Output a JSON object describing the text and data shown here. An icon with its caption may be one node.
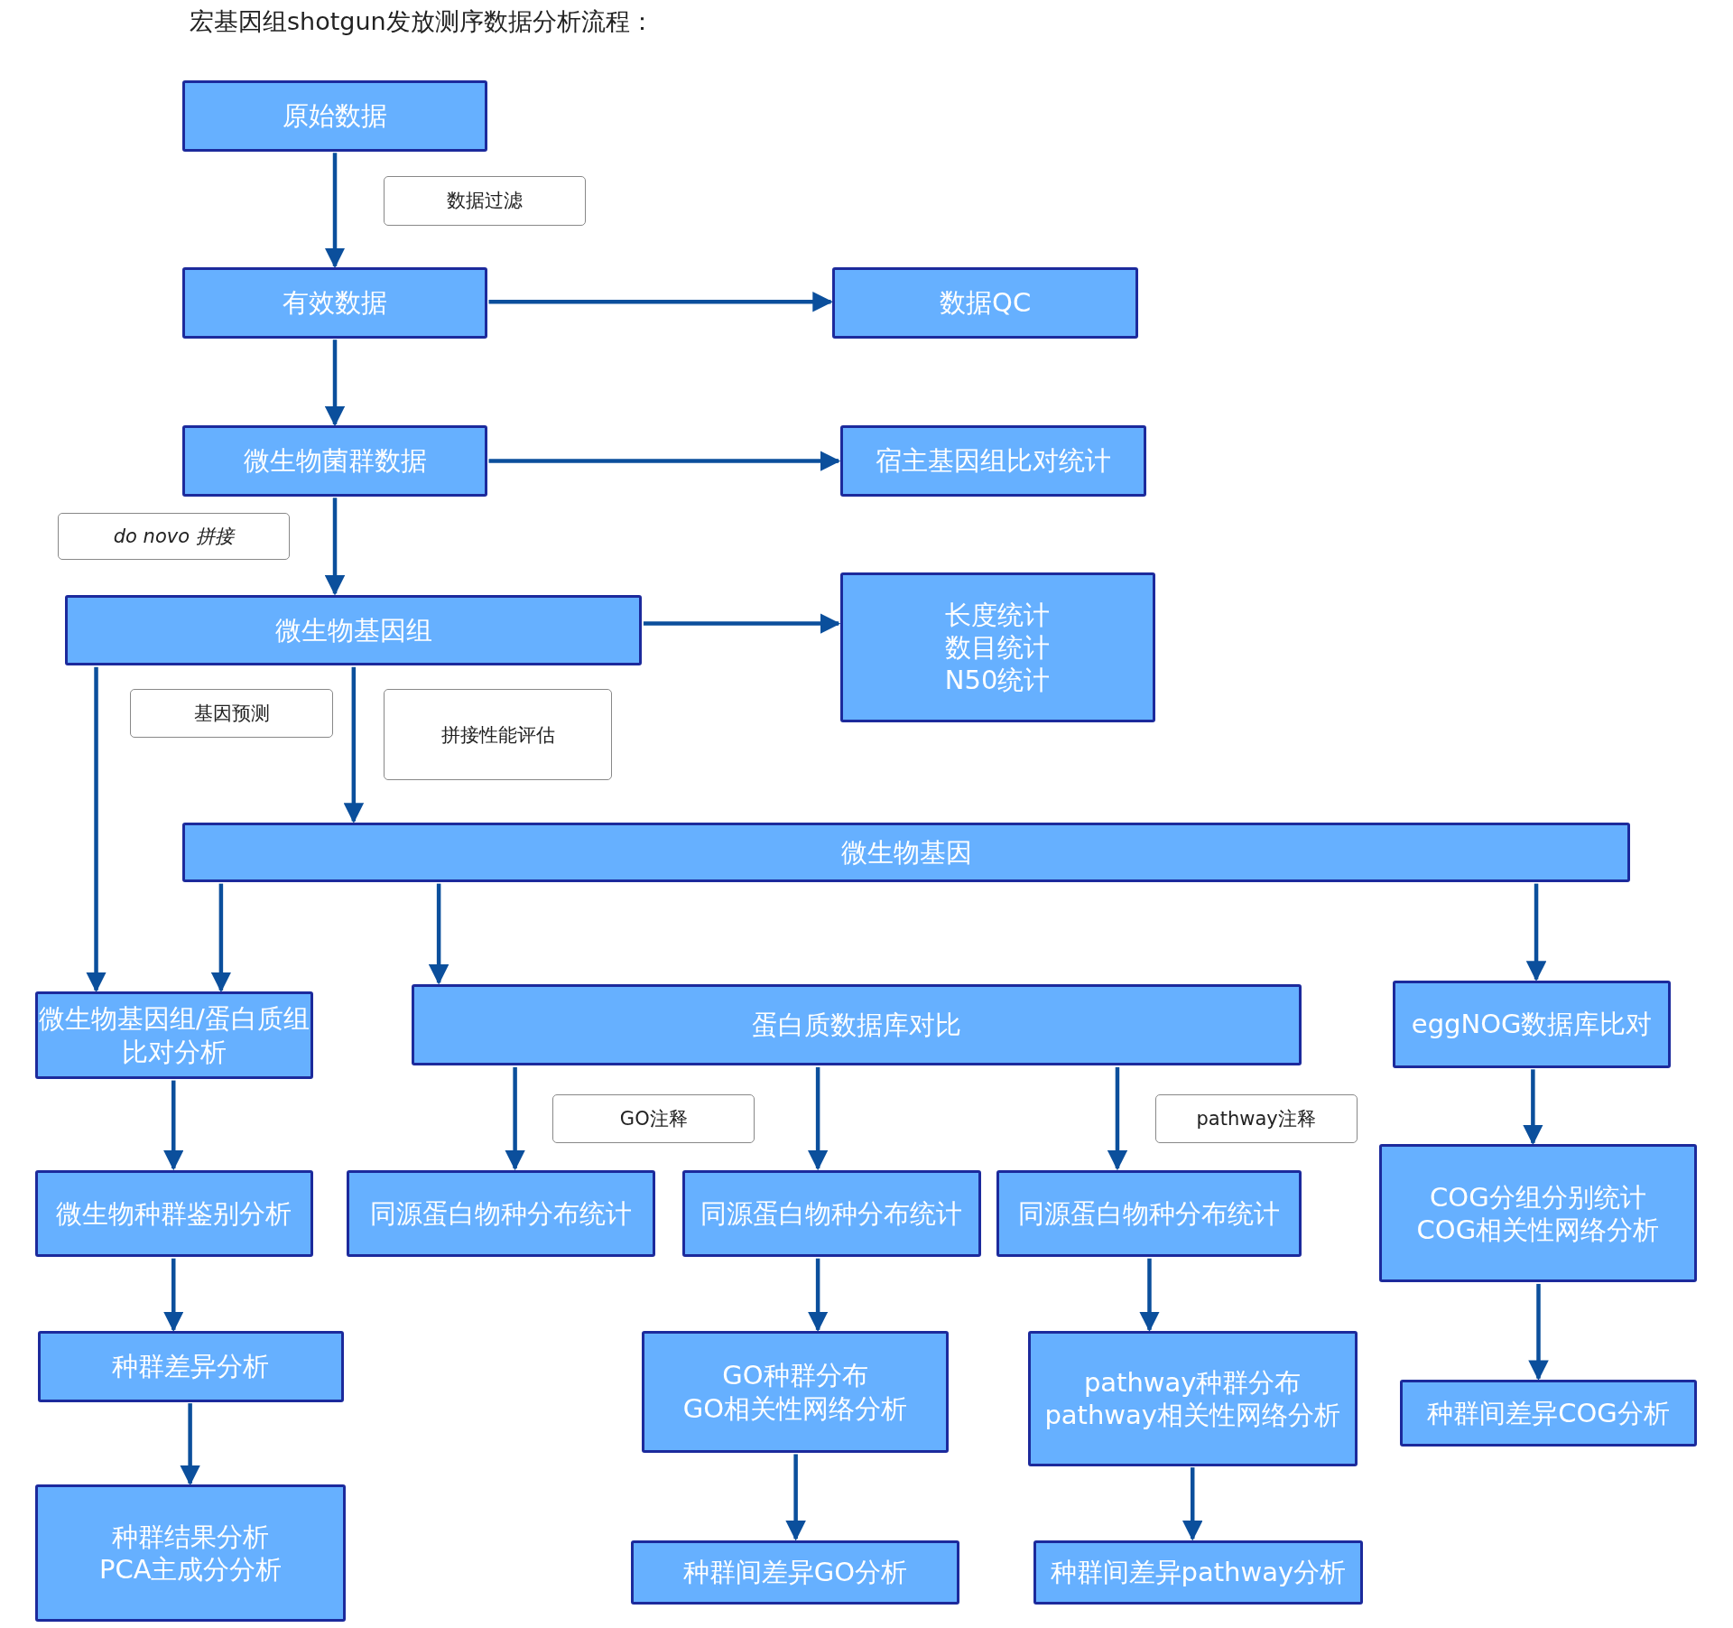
{
  "diagram": {
    "title": "宏基因组shotgun发放测序数据分析流程：",
    "nodes": [
      {
        "text": [
          "原始数据"
        ]
      },
      {
        "text": [
          "数据过滤"
        ]
      },
      {
        "text": [
          "有效数据"
        ]
      },
      {
        "text": [
          "数据QC"
        ]
      },
      {
        "text": [
          "微生物菌群数据"
        ]
      },
      {
        "text": [
          "宿主基因组比对统计"
        ]
      },
      {
        "text": [
          "do novo 拼接"
        ]
      },
      {
        "text": [
          "微生物基因组"
        ]
      },
      {
        "text": [
          "长度统计",
          "数目统计",
          "N50统计"
        ]
      },
      {
        "text": [
          "基因预测"
        ]
      },
      {
        "text": [
          "拼接性能评估"
        ]
      },
      {
        "text": [
          "微生物基因"
        ]
      },
      {
        "text": [
          "微生物基因组/蛋白质组比对分析"
        ]
      },
      {
        "text": [
          "蛋白质数据库对比"
        ]
      },
      {
        "text": [
          "eggNOG数据库比对"
        ]
      },
      {
        "text": [
          "GO注释"
        ]
      },
      {
        "text": [
          "pathway注释"
        ]
      },
      {
        "text": [
          "微生物种群鉴别分析"
        ]
      },
      {
        "text": [
          "同源蛋白物种分布统计"
        ]
      },
      {
        "text": [
          "同源蛋白物种分布统计"
        ]
      },
      {
        "text": [
          "同源蛋白物种分布统计"
        ]
      },
      {
        "text": [
          "COG分组分别统计",
          "COG相关性网络分析"
        ]
      },
      {
        "text": [
          "种群差异分析"
        ]
      },
      {
        "text": [
          "GO种群分布",
          "GO相关性网络分析"
        ]
      },
      {
        "text": [
          "pathway种群分布",
          "pathway相关性网络分析"
        ]
      },
      {
        "text": [
          "种群间差异COG分析"
        ]
      },
      {
        "text": [
          "种群结果分析",
          "PCA主成分分析"
        ]
      },
      {
        "text": [
          "种群间差异GO分析"
        ]
      },
      {
        "text": [
          "种群间差异pathway分析"
        ]
      }
    ],
    "edges": [
      {
        "from": 0,
        "to": 2,
        "arrow": "to"
      },
      {
        "from": 2,
        "to": 3,
        "arrow": "to"
      },
      {
        "from": 2,
        "to": 4,
        "arrow": "to"
      },
      {
        "from": 4,
        "to": 5,
        "arrow": "to"
      },
      {
        "from": 4,
        "to": 7,
        "arrow": "to"
      },
      {
        "from": 7,
        "to": 8,
        "arrow": "to"
      },
      {
        "from": 7,
        "to": 12,
        "arrow": "to"
      },
      {
        "from": 7,
        "to": 11,
        "arrow": "to"
      },
      {
        "from": 11,
        "to": 12,
        "arrow": "to"
      },
      {
        "from": 11,
        "to": 13,
        "arrow": "to"
      },
      {
        "from": 11,
        "to": 14,
        "arrow": "to"
      },
      {
        "from": 13,
        "to": 18,
        "arrow": "to"
      },
      {
        "from": 13,
        "to": 19,
        "arrow": "to"
      },
      {
        "from": 13,
        "to": 20,
        "arrow": "to"
      },
      {
        "from": 12,
        "to": 17,
        "arrow": "to"
      },
      {
        "from": 17,
        "to": 22,
        "arrow": "to"
      },
      {
        "from": 22,
        "to": 26,
        "arrow": "to"
      },
      {
        "from": 19,
        "to": 23,
        "arrow": "to"
      },
      {
        "from": 23,
        "to": 27,
        "arrow": "to"
      },
      {
        "from": 20,
        "to": 24,
        "arrow": "to"
      },
      {
        "from": 24,
        "to": 28,
        "arrow": "to"
      },
      {
        "from": 14,
        "to": 21,
        "arrow": "to"
      },
      {
        "from": 21,
        "to": 25,
        "arrow": "to"
      }
    ]
  }
}
